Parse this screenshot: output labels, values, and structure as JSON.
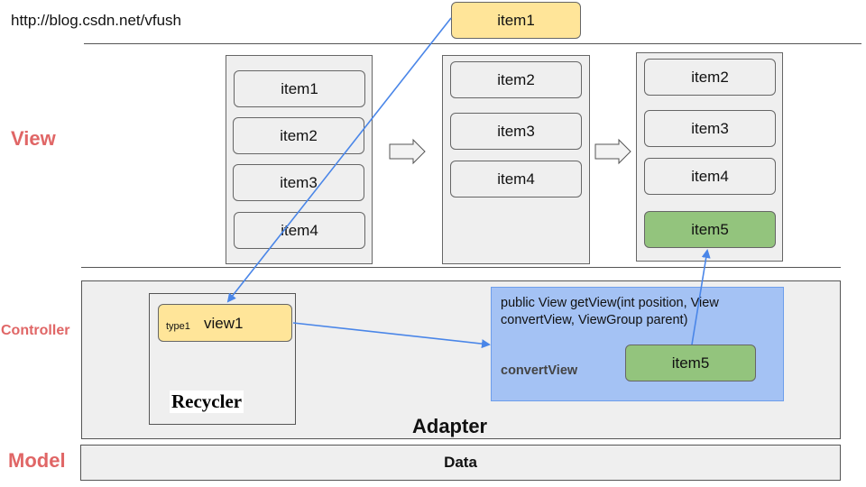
{
  "header": {
    "url": "http://blog.csdn.net/vfush"
  },
  "layers": {
    "view": "View",
    "controller": "Controller",
    "model": "Model"
  },
  "floating_item": "item1",
  "list1": {
    "items": [
      "item1",
      "item2",
      "item3",
      "item4"
    ]
  },
  "list2": {
    "items": [
      "item2",
      "item3",
      "item4"
    ]
  },
  "list3": {
    "items": [
      "item2",
      "item3",
      "item4"
    ],
    "new_item": "item5"
  },
  "recycler": {
    "type_label": "type1",
    "view_label": "view1",
    "title": "Recycler"
  },
  "get_view": {
    "signature": "public View getView(int position, View convertView, ViewGroup parent)",
    "convert_view_label": "convertView",
    "item": "item5"
  },
  "adapter": {
    "title": "Adapter"
  },
  "model": {
    "data_label": "Data"
  },
  "colors": {
    "layer_label": "#e06666",
    "yellow": "#ffe599",
    "green": "#93c47d",
    "blue": "#a4c2f4",
    "arrow": "#4a86e8"
  }
}
